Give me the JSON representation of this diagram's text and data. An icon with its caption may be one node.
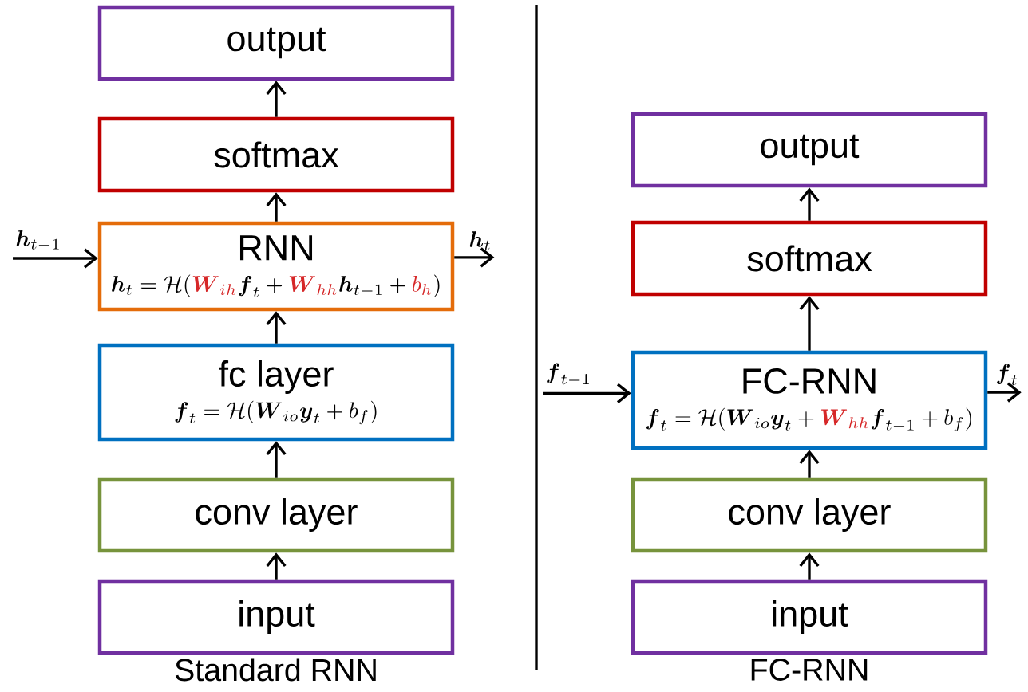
{
  "diagram": {
    "nodes": [
      {
        "text": [
          "output"
        ]
      },
      {
        "text": [
          "softmax"
        ]
      },
      {
        "text": [
          "RNN",
          "\\boldsymbol{h}_t=\\mathcal{H}({\\color[HTML]{D62728}\\boldsymbol{W}_{ih}}\\boldsymbol{f}_t+{\\color[HTML]{D62728}\\boldsymbol{W}_{hh}}\\boldsymbol{h}_{t-1}+{\\color[HTML]{D62728}b_h})"
        ]
      },
      {
        "text": [
          "fc layer",
          "\\boldsymbol{f}_t=\\mathcal{H}(\\boldsymbol{W}_{io}\\boldsymbol{y}_t+b_f)"
        ]
      },
      {
        "text": [
          "conv layer"
        ]
      },
      {
        "text": [
          "input"
        ]
      },
      {
        "text": [
          "output"
        ]
      },
      {
        "text": [
          "softmax"
        ]
      },
      {
        "text": [
          "FC-RNN",
          "\\boldsymbol{f}_t=\\mathcal{H}(\\boldsymbol{W}_{io}\\boldsymbol{y}_t+{\\color[HTML]{D62728}\\boldsymbol{W}_{hh}}\\boldsymbol{f}_{t-1}+b_f)"
        ]
      },
      {
        "text": [
          "conv layer"
        ]
      },
      {
        "text": [
          "input"
        ]
      },
      {
        "text": [
          "\\boldsymbol{h}_{t-1}"
        ]
      },
      {
        "text": [
          "\\boldsymbol{h}_t"
        ]
      },
      {
        "text": [
          "\\boldsymbol{f}_{t-1}"
        ]
      },
      {
        "text": [
          "\\boldsymbol{f}_t"
        ]
      }
    ],
    "edges": [
      {
        "from": 5,
        "to": 4,
        "arrow": "to"
      },
      {
        "from": 4,
        "to": 3,
        "arrow": "to"
      },
      {
        "from": 3,
        "to": 2,
        "arrow": "to"
      },
      {
        "from": 2,
        "to": 1,
        "arrow": "to"
      },
      {
        "from": 1,
        "to": 0,
        "arrow": "to"
      },
      {
        "from": 11,
        "to": 2,
        "arrow": "to"
      },
      {
        "from": 2,
        "to": 12,
        "arrow": "to"
      },
      {
        "from": 10,
        "to": 9,
        "arrow": "to"
      },
      {
        "from": 9,
        "to": 8,
        "arrow": "to"
      },
      {
        "from": 8,
        "to": 7,
        "arrow": "to"
      },
      {
        "from": 7,
        "to": 6,
        "arrow": "to"
      },
      {
        "from": 13,
        "to": 8,
        "arrow": "to"
      },
      {
        "from": 8,
        "to": 14,
        "arrow": "to"
      }
    ],
    "labels": [
      "Standard RNN",
      "FC-RNN"
    ]
  }
}
